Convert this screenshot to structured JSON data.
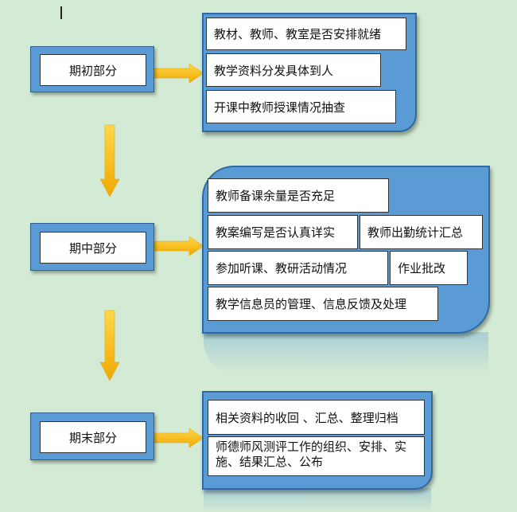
{
  "phases": [
    {
      "label": "期初部分"
    },
    {
      "label": "期中部分"
    },
    {
      "label": "期末部分"
    }
  ],
  "group1": {
    "items": [
      "教材、教师、教室是否安排就绪",
      "教学资料分发具体到人",
      "开课中教师授课情况抽查"
    ]
  },
  "group2": {
    "items": [
      "教师备课余量是否充足",
      "教案编写是否认真详实",
      "教师出勤统计汇总",
      "参加听课、教研活动情况",
      "作业批改",
      "教学信息员的管理、信息反馈及处理"
    ]
  },
  "group3": {
    "items": [
      "相关资料的收回 、汇总、整理归档",
      "师德师风测评工作的组织、安排、实施、结果汇总、公布"
    ]
  },
  "colors": {
    "background": "#d3ead5",
    "panel": "#5b9bd5",
    "arrow": "#ffc000"
  }
}
